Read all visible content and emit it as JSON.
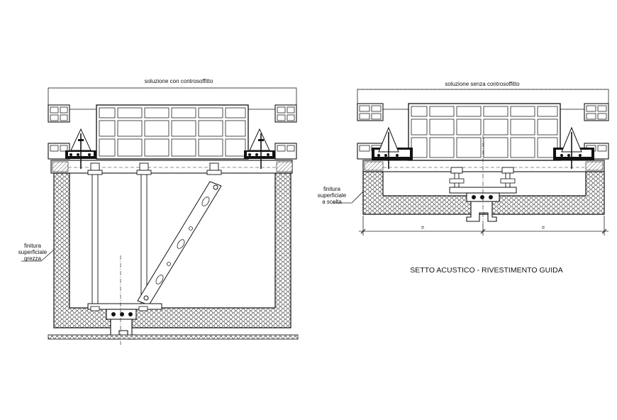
{
  "left_detail": {
    "caption": "soluzione con controsoffitto",
    "note_lines": [
      "finitura",
      "superficiale",
      "grezza"
    ]
  },
  "right_detail": {
    "caption": "soluzione senza controsoffitto",
    "note_lines": [
      "finitura",
      "superficiale",
      "a scelta"
    ],
    "dim_left": "=",
    "dim_right": "="
  },
  "drawing_title": "SETTO ACUSTICO - RIVESTIMENTO GUIDA",
  "colors": {
    "line": "#111111",
    "background": "#ffffff",
    "concrete_speckle": "#333333"
  }
}
